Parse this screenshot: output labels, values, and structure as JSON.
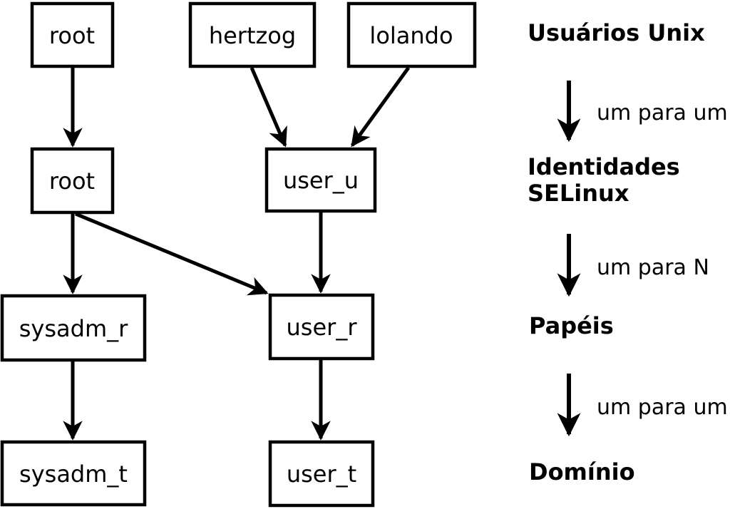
{
  "nodes": {
    "root_unix": "root",
    "hertzog": "hertzog",
    "lolando": "lolando",
    "root_selinux": "root",
    "user_u": "user_u",
    "sysadm_r": "sysadm_r",
    "user_r": "user_r",
    "sysadm_t": "sysadm_t",
    "user_t": "user_t"
  },
  "legend": {
    "unix_users": "Usuários Unix",
    "mapping1": "um para um",
    "identities_line1": "Identidades",
    "identities_line2": "SELinux",
    "mapping2": "um para N",
    "roles": "Papéis",
    "mapping3": "um para um",
    "domain": "Domínio"
  },
  "colors": {
    "line": "#000000",
    "box_fill": "#ffffff",
    "text": "#000000",
    "background": "#ffffff"
  }
}
